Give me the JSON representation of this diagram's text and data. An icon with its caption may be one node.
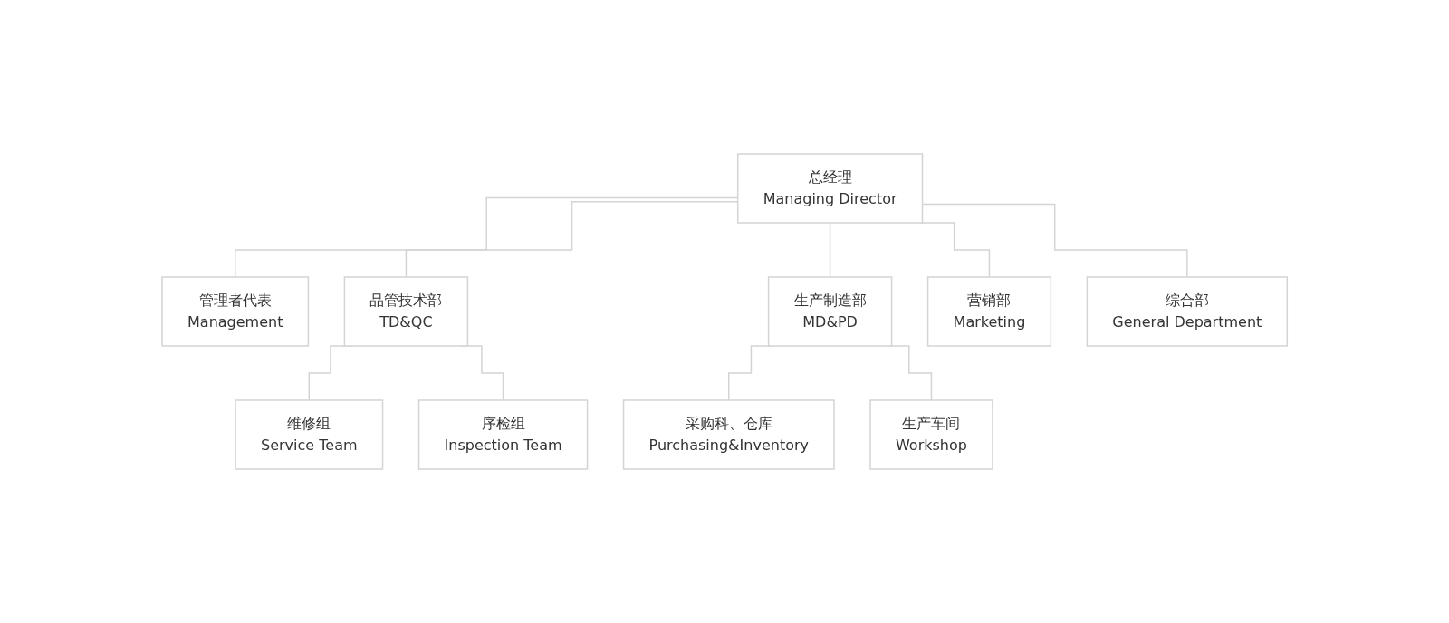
{
  "diagram": {
    "nodes": [
      {
        "text": [
          "总经理",
          "Managing Director"
        ]
      },
      {
        "text": [
          "管理者代表",
          "Management"
        ]
      },
      {
        "text": [
          "品管技术部",
          "TD&QC"
        ]
      },
      {
        "text": [
          "生产制造部",
          "MD&PD"
        ]
      },
      {
        "text": [
          "营销部",
          "Marketing"
        ]
      },
      {
        "text": [
          "综合部",
          "General Department"
        ]
      },
      {
        "text": [
          "维修组",
          "Service Team"
        ]
      },
      {
        "text": [
          "序检组",
          "Inspection Team"
        ]
      },
      {
        "text": [
          "采购科、仓库",
          "Purchasing&Inventory"
        ]
      },
      {
        "text": [
          "生产车间",
          "Workshop"
        ]
      }
    ],
    "edges": [
      {
        "from": 0,
        "to": 1,
        "arrow": "none"
      },
      {
        "from": 0,
        "to": 2,
        "arrow": "none"
      },
      {
        "from": 0,
        "to": 3,
        "arrow": "none"
      },
      {
        "from": 0,
        "to": 4,
        "arrow": "none"
      },
      {
        "from": 0,
        "to": 5,
        "arrow": "none"
      },
      {
        "from": 2,
        "to": 6,
        "arrow": "none"
      },
      {
        "from": 2,
        "to": 7,
        "arrow": "none"
      },
      {
        "from": 3,
        "to": 8,
        "arrow": "none"
      },
      {
        "from": 3,
        "to": 9,
        "arrow": "none"
      }
    ]
  }
}
